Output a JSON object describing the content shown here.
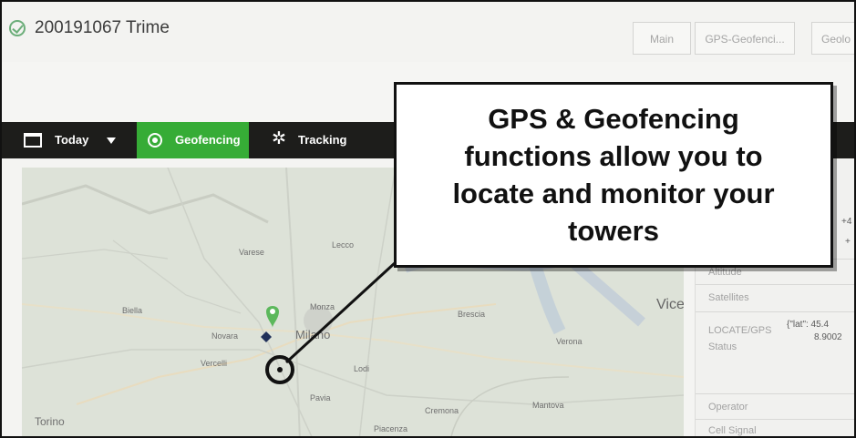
{
  "header": {
    "title": "200191067 Trime",
    "tabs": [
      "Main",
      "GPS-Geofenci...",
      "Geolo"
    ]
  },
  "toolbar": {
    "today_label": "Today",
    "geofencing_label": "Geofencing",
    "tracking_label": "Tracking"
  },
  "map": {
    "labels": [
      "Varese",
      "Lecco",
      "Biella",
      "Monza",
      "Milano",
      "Novara",
      "Brescia",
      "Vercelli",
      "Lodi",
      "Verona",
      "Pavia",
      "Cremona",
      "Mantova",
      "Piacenza",
      "Torino",
      "Vice"
    ]
  },
  "panel": {
    "fields": [
      {
        "label": "Altitude"
      },
      {
        "label": "Satellites"
      },
      {
        "label": "LOCATE/GPS",
        "value1": "{\"lat\": 45.4",
        "value2": "8.9002"
      },
      {
        "label": "Status"
      },
      {
        "label": "Operator"
      },
      {
        "label": "Cell Signal"
      }
    ],
    "partial_values": [
      "+4",
      "+"
    ]
  },
  "callout": {
    "text": "GPS & Geofencing functions allow you to locate and monitor your towers"
  },
  "colors": {
    "geofencing_active": "#36ac36",
    "toolbar_bg": "#1d1d1b",
    "marker": "#5cb85c"
  }
}
